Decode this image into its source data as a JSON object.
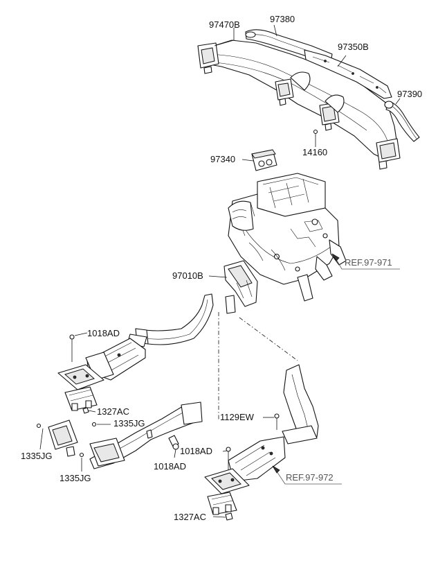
{
  "labels": {
    "p97470B": "97470B",
    "p97380": "97380",
    "p97350B": "97350B",
    "p97390": "97390",
    "p14160": "14160",
    "p97340": "97340",
    "p97010B": "97010B",
    "p1018AD_top": "1018AD",
    "p1327AC_left": "1327AC",
    "p1335JG_mid": "1335JG",
    "p1335JG_left": "1335JG",
    "p1335JG_bottom": "1335JG",
    "p1018AD_mid": "1018AD",
    "p1129EW": "1129EW",
    "p1018AD_right": "1018AD",
    "p1327AC_bottom": "1327AC"
  },
  "refs": {
    "ref_971": "REF.97-971",
    "ref_972": "REF.97-972"
  }
}
